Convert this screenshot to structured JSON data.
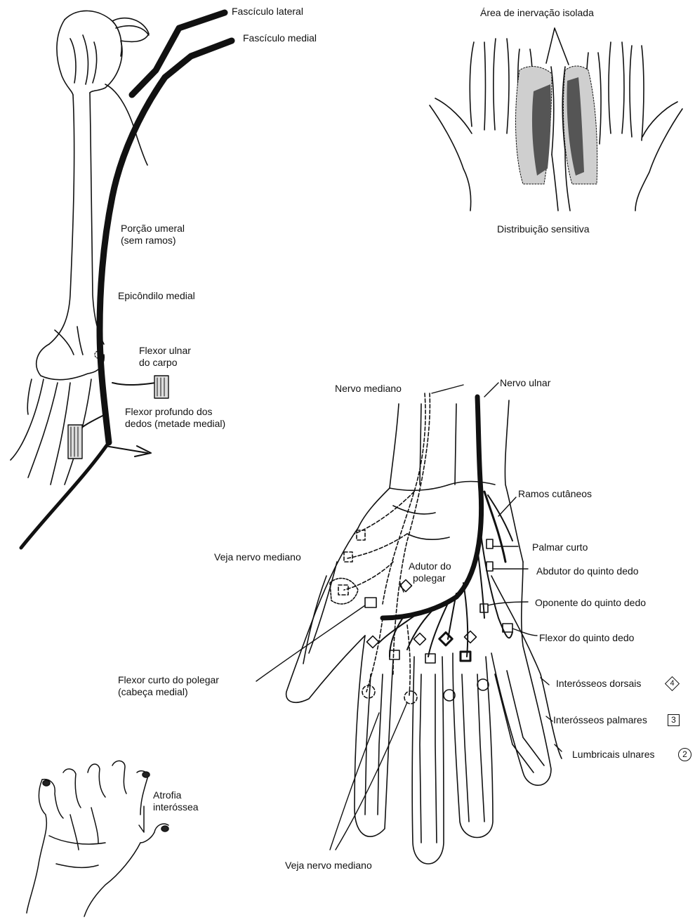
{
  "labels": {
    "fasciculo_lateral": "Fascículo lateral",
    "fasciculo_medial": "Fascículo medial",
    "area_inervacao": "Área de inervação isolada",
    "distribuicao": "Distribuição sensitiva",
    "porcao_umeral_1": "Porção umeral",
    "porcao_umeral_2": "(sem ramos)",
    "epicondilo": "Epicôndilo medial",
    "flexor_ulnar_1": "Flexor ulnar",
    "flexor_ulnar_2": "do carpo",
    "flexor_profundo_1": "Flexor profundo dos",
    "flexor_profundo_2": "dedos (metade medial)",
    "nervo_mediano": "Nervo mediano",
    "nervo_ulnar": "Nervo ulnar",
    "ramos_cutaneos": "Ramos cutâneos",
    "palmar_curto": "Palmar curto",
    "veja_mediano_1": "Veja nervo mediano",
    "adutor_1": "Adutor do",
    "adutor_2": "polegar",
    "abdutor": "Abdutor do quinto dedo",
    "oponente": "Oponente do quinto dedo",
    "flexor_quinto": "Flexor do quinto dedo",
    "flexor_curto_1": "Flexor curto do polegar",
    "flexor_curto_2": "(cabeça medial)",
    "interosseos_dorsais": "Interósseos dorsais",
    "interosseos_dorsais_num": "4",
    "interosseos_palmares": "Interósseos palmares",
    "interosseos_palmares_num": "3",
    "lumbricais": "Lumbricais ulnares",
    "lumbricais_num": "2",
    "atrofia_1": "Atrofia",
    "atrofia_2": "interóssea",
    "veja_mediano_2": "Veja nervo mediano"
  }
}
